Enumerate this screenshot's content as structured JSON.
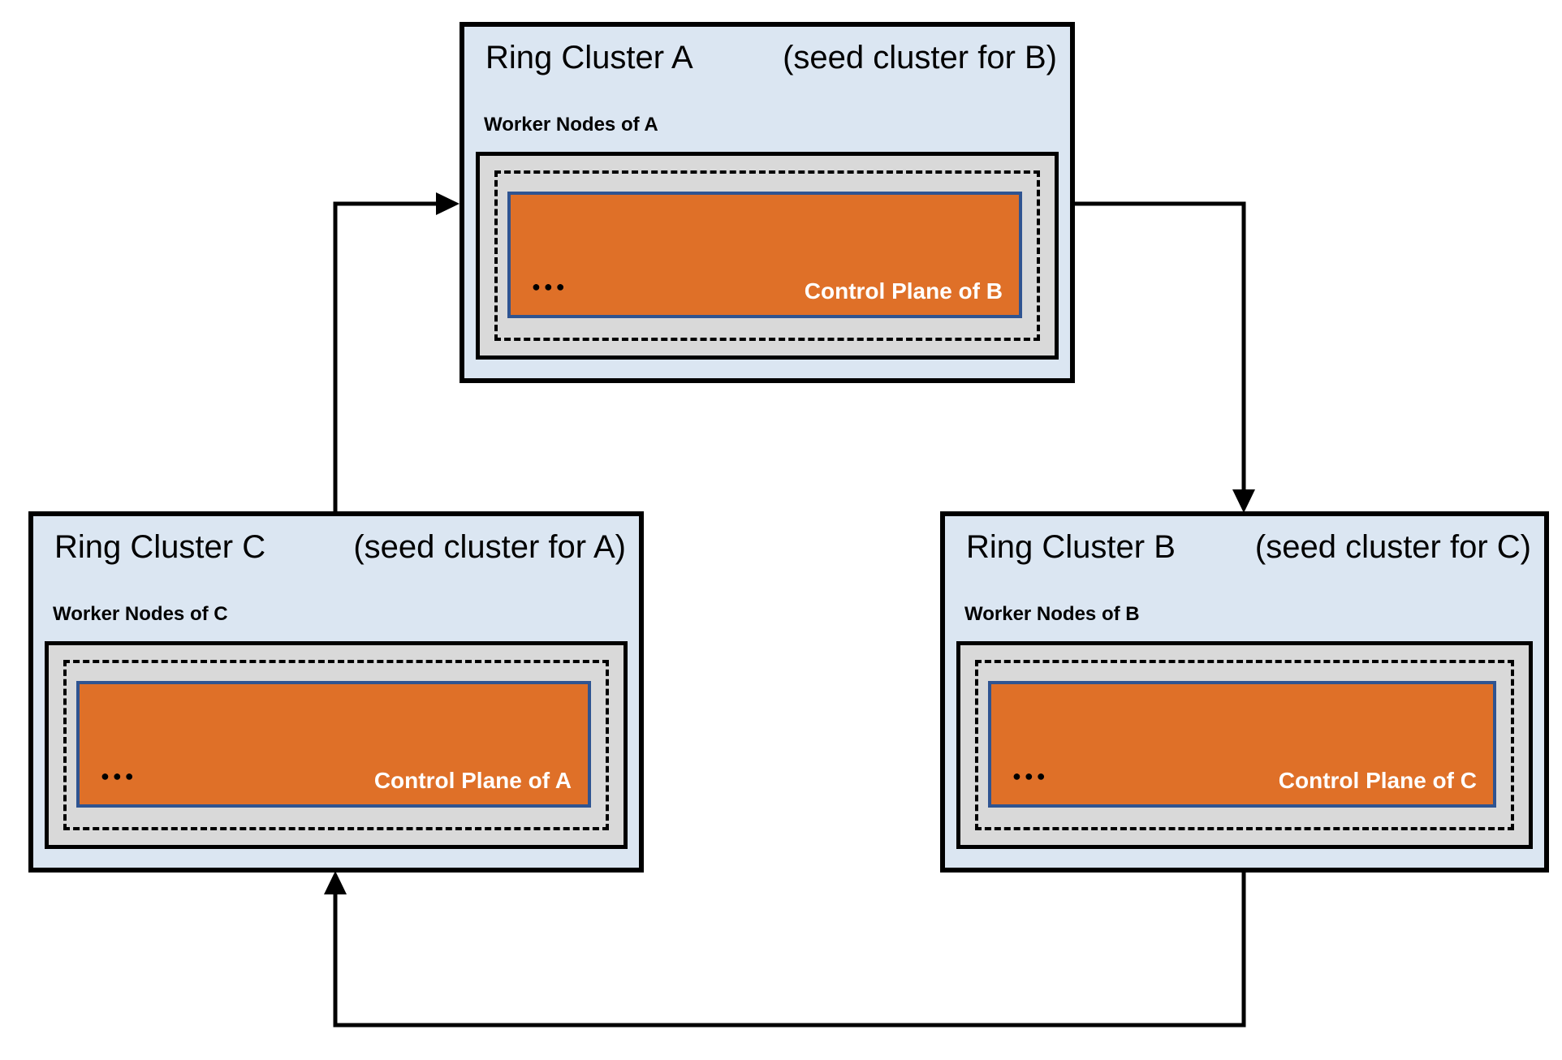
{
  "colors": {
    "cluster_fill": "#dbe6f2",
    "cluster_border": "#000000",
    "worker_area_fill": "#d9d9d9",
    "worker_area_border": "#000000",
    "node_pool_dashed_border": "#000000",
    "control_plane_fill": "#df7028",
    "control_plane_border": "#2f5491",
    "control_plane_text": "#ffffff",
    "title_text": "#000000",
    "arrow": "#000000"
  },
  "clusters": [
    {
      "name": "A",
      "title": "Ring Cluster A",
      "seed_note": "(seed cluster for B)",
      "worker_label": "Worker Nodes of A",
      "ellipsis": "●●●",
      "control_plane_label": "Control Plane of B"
    },
    {
      "name": "C",
      "title": "Ring Cluster C",
      "seed_note": "(seed cluster for A)",
      "worker_label": "Worker Nodes of C",
      "ellipsis": "●●●",
      "control_plane_label": "Control Plane of A"
    },
    {
      "name": "B",
      "title": "Ring Cluster B",
      "seed_note": "(seed cluster for C)",
      "worker_label": "Worker Nodes of B",
      "ellipsis": "●●●",
      "control_plane_label": "Control Plane of C"
    }
  ],
  "edges": [
    {
      "from": "Ring Cluster C",
      "to": "Ring Cluster A"
    },
    {
      "from": "Ring Cluster A",
      "to": "Ring Cluster B"
    },
    {
      "from": "Ring Cluster B",
      "to": "Ring Cluster C"
    }
  ]
}
